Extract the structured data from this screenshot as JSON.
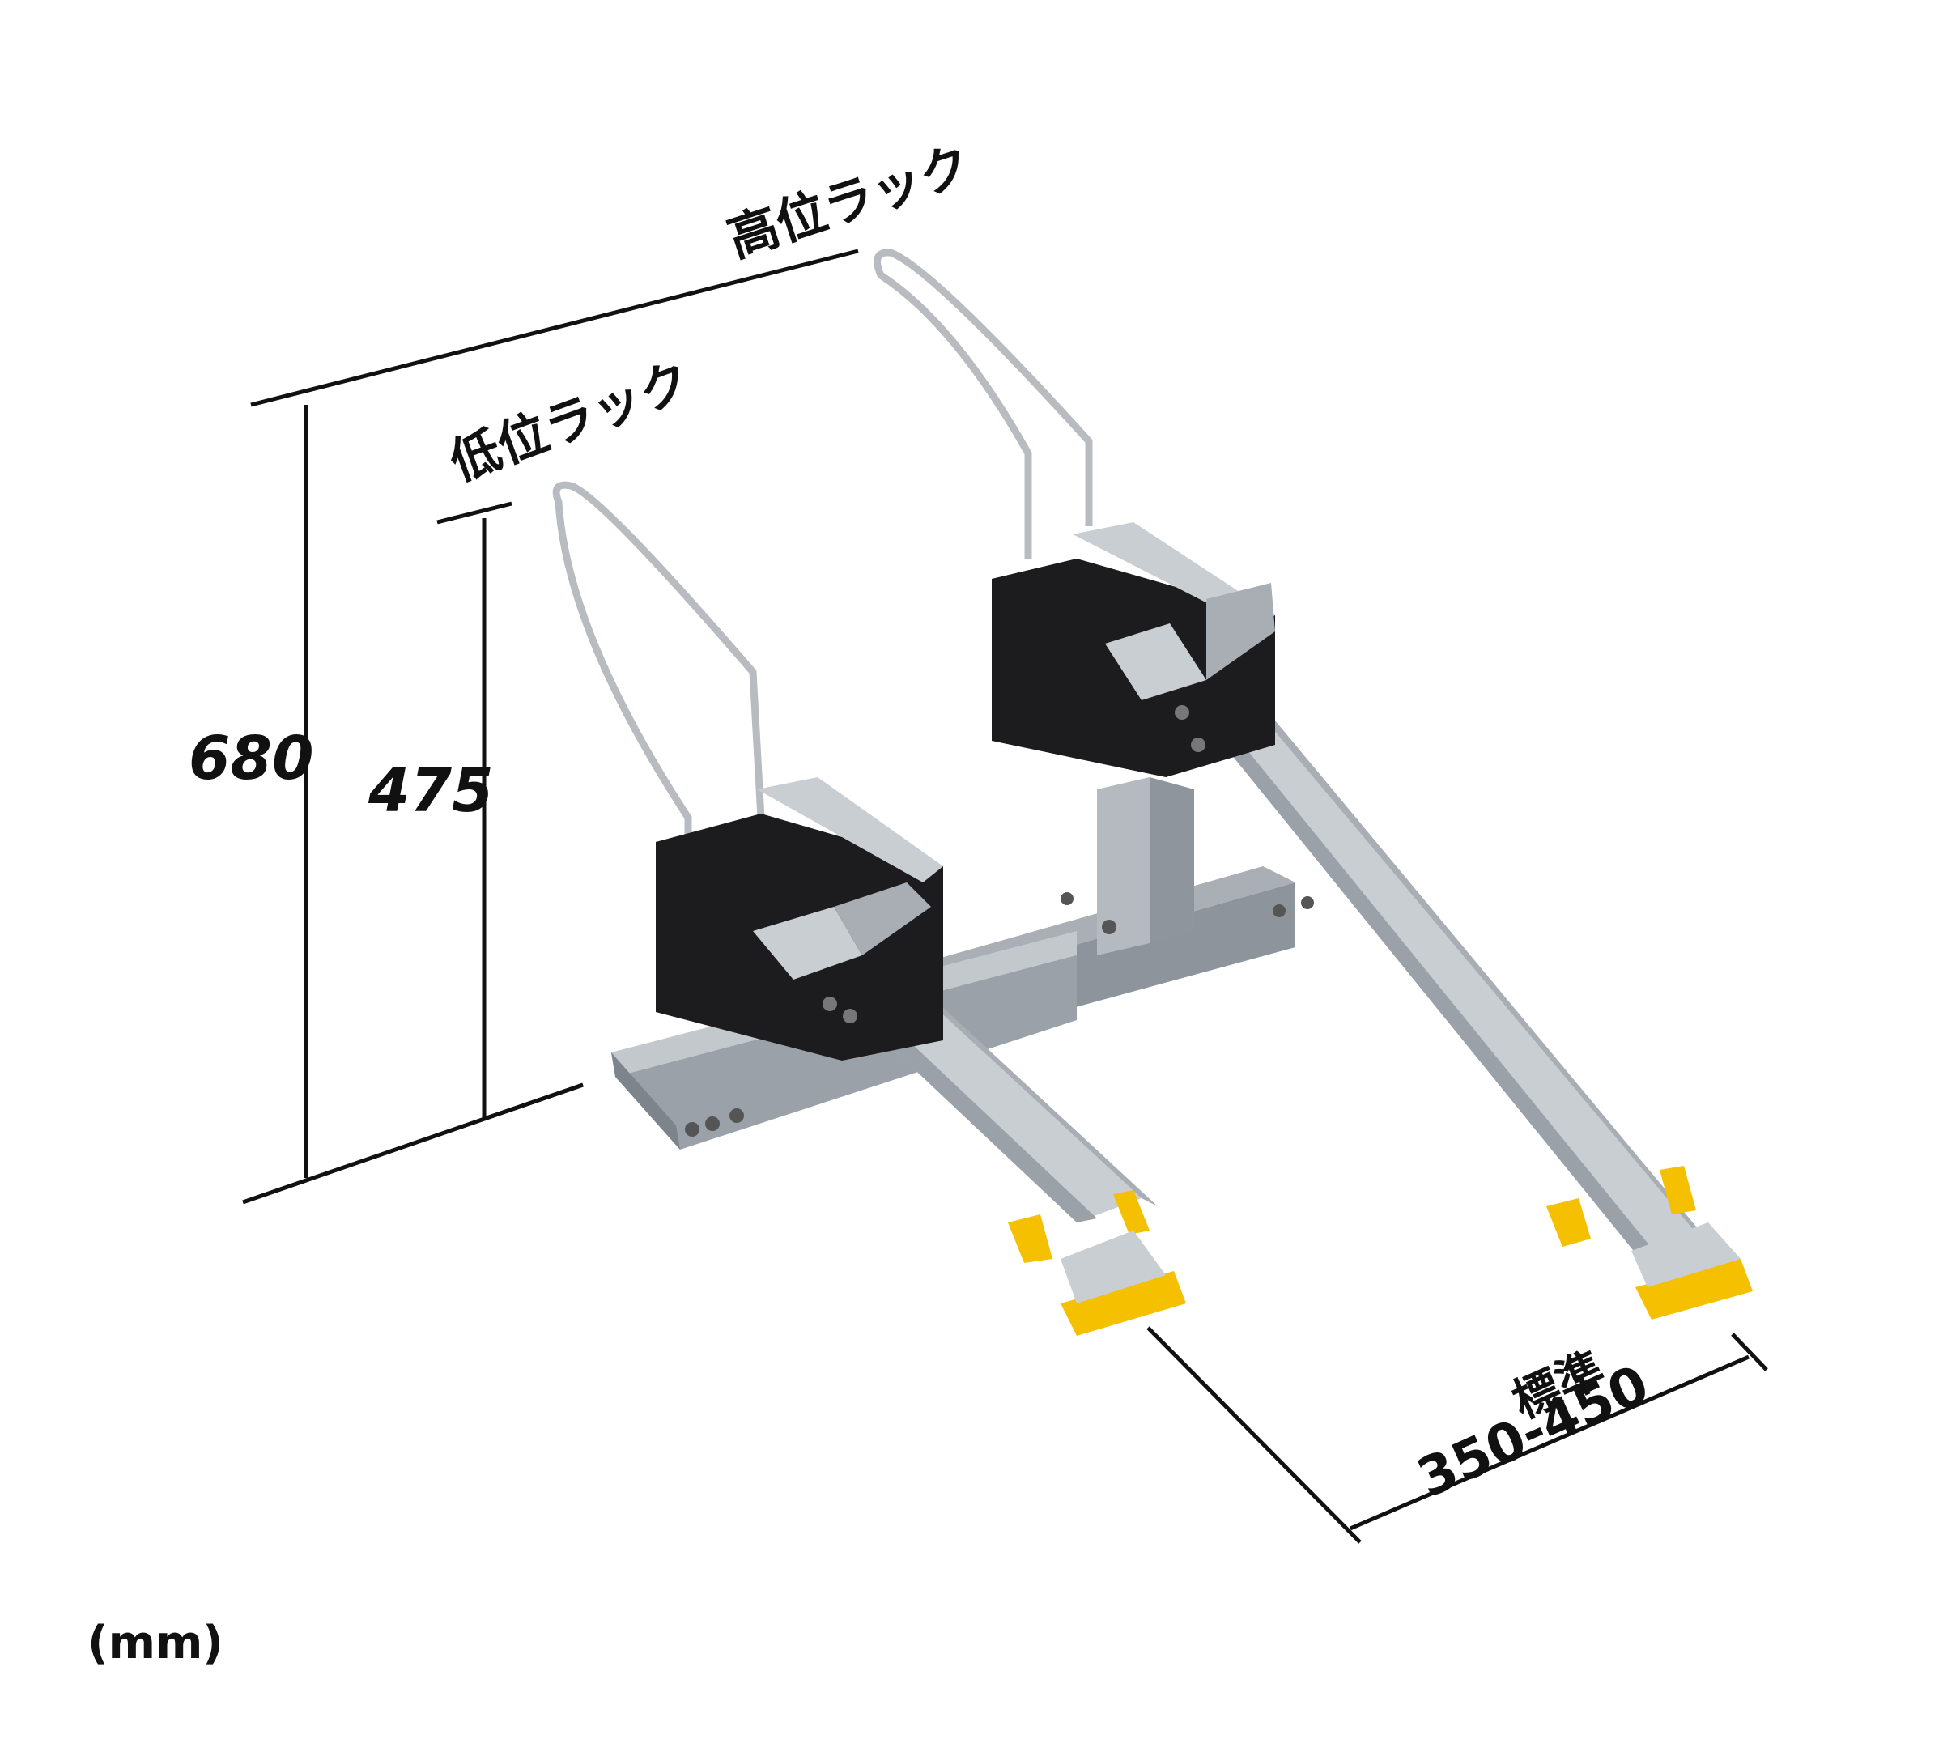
{
  "labels": {
    "high_rack": "高位ラック",
    "low_rack": "低位ラック",
    "height_high": "680",
    "height_low": "475",
    "spacing_title": "標準",
    "spacing_range": "350-450",
    "unit": "(mm)"
  },
  "colors": {
    "dimension_line": "#111111",
    "tray_aluminum": "#c9ced3",
    "tray_shadow": "#9aa1a8",
    "lock_body": "#1c1c1e",
    "wheel_stop": "#f5c000",
    "handle_steel": "#b8bcc0",
    "base_frame": "#aab0b6"
  }
}
